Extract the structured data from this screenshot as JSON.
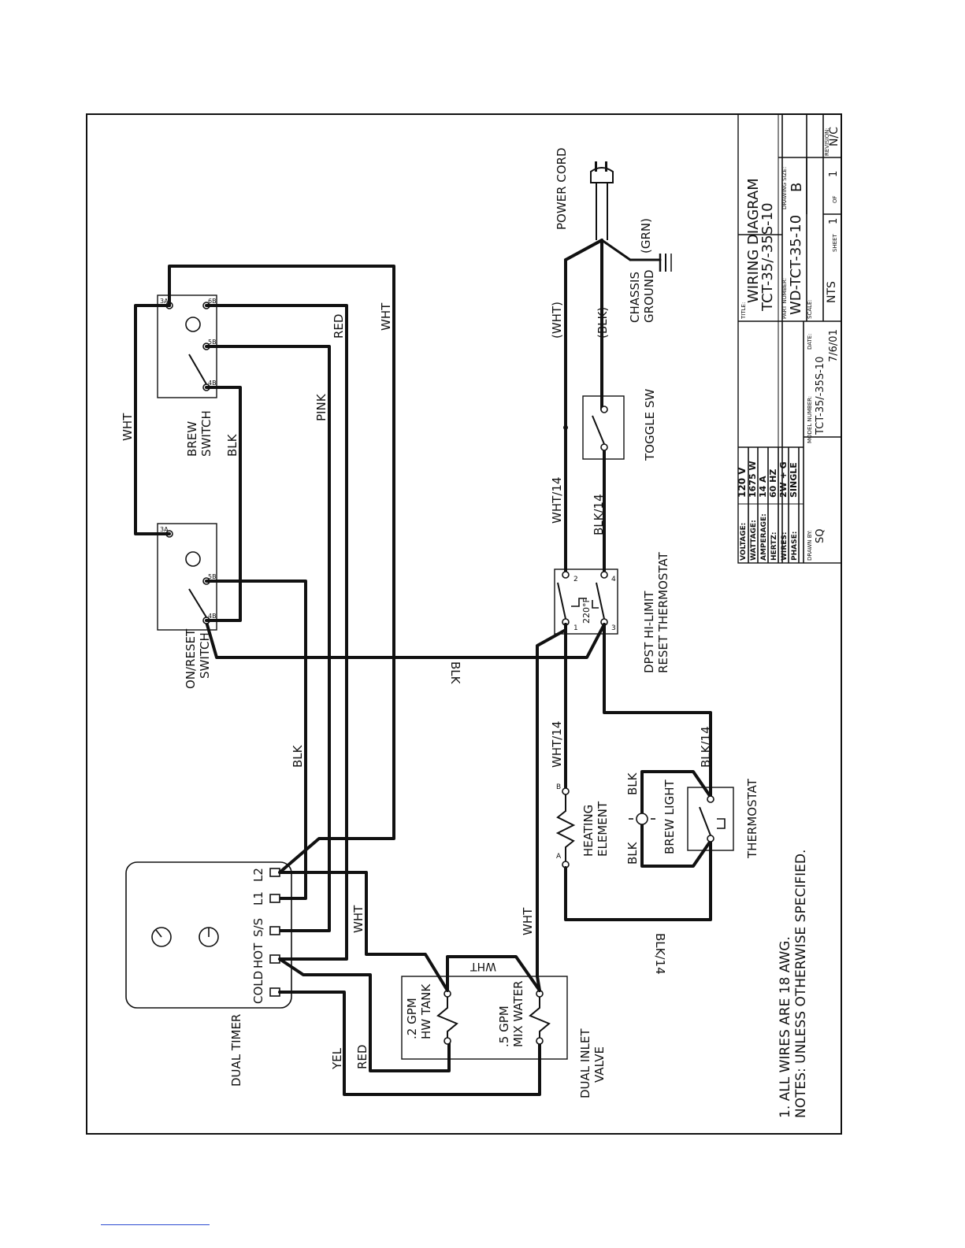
{
  "components": {
    "power_cord": "POWER CORD",
    "grn": "(GRN)",
    "chassis_ground": [
      "CHASSIS",
      "GROUND"
    ],
    "wht_paren": "(WHT)",
    "blk_paren": "(BLK)",
    "toggle_sw": "TOGGLE SW",
    "dpst": [
      "DPST  HI-LIMIT",
      "RESET THERMOSTAT"
    ],
    "temp": "220°F",
    "heating_element": [
      "HEATING",
      "ELEMENT"
    ],
    "brew_light": "BREW LIGHT",
    "thermostat": "THERMOSTAT",
    "brew_switch": [
      "BREW",
      "SWITCH"
    ],
    "on_reset_switch": [
      "ON/RESET",
      "SWITCH"
    ],
    "dual_timer": "DUAL TIMER",
    "timer_terminals": [
      "COLD",
      "HOT",
      "S/S",
      "L1",
      "L2"
    ],
    "dual_inlet_valve": [
      "DUAL  INLET",
      "VALVE"
    ],
    "valve_hw": [
      ".2  GPM",
      "HW  TANK"
    ],
    "valve_mix": [
      ".5  GPM",
      "MIX  WATER"
    ],
    "switch_terms": [
      "3A",
      "5B",
      "4B",
      "6B"
    ],
    "thermo_terms": [
      "1",
      "2",
      "3",
      "4"
    ],
    "elem_terms": [
      "A",
      "B"
    ]
  },
  "wire_labels": {
    "wht": "WHT",
    "blk": "BLK",
    "red": "RED",
    "pink": "PINK",
    "yel": "YEL",
    "wht14": "WHT/14",
    "blk14": "BLK/14"
  },
  "notes": {
    "line1": "NOTES:  UNLESS  OTHERWISE  SPECIFIED.",
    "line2": "1.  ALL  WIRES  ARE  18  AWG."
  },
  "specs": [
    {
      "label": "VOLTAGE:",
      "value": "120  V"
    },
    {
      "label": "WATTAGE:",
      "value": "1675  W"
    },
    {
      "label": "AMPERAGE:",
      "value": "14  A"
    },
    {
      "label": "HERTZ:",
      "value": "60  HZ"
    },
    {
      "label": "WIRES:",
      "value": "2W  +  G"
    },
    {
      "label": "PHASE:",
      "value": "SINGLE"
    }
  ],
  "title_block": {
    "model_label": "MODEL NUMBER:",
    "model": "TCT-35/-35S-10",
    "drawn_label": "DRAWN BY:",
    "drawn": "SQ",
    "date_label": "DATE:",
    "date": "7/6/01",
    "title_label": "TITLE:",
    "title_line1": "WIRING  DIAGRAM",
    "title_line2": "TCT-35/-35S-10",
    "part_label": "PART NUMBER:",
    "part": "WD-TCT-35-10",
    "size_label": "DRAWING SIZE:",
    "size": "B",
    "scale_label": "SCALE:",
    "scale": "NTS",
    "sheet_label": "SHEET",
    "sheet": "1",
    "of_label": "OF",
    "of": "1",
    "rev_label": "REVISION:",
    "rev": "N/C"
  }
}
